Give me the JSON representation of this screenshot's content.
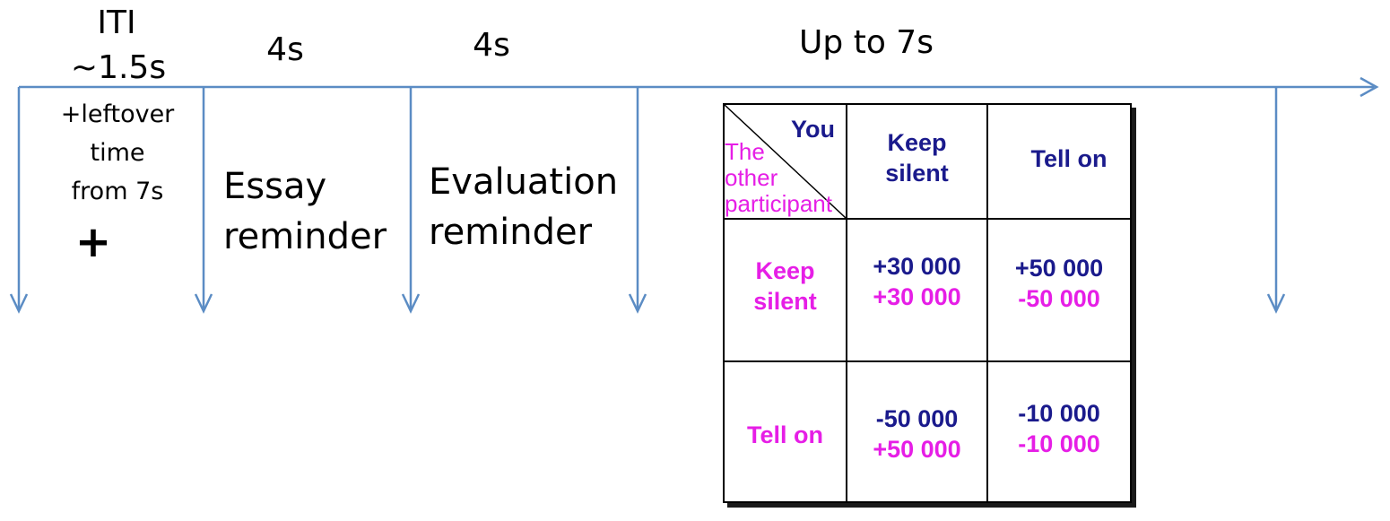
{
  "timeline": {
    "iti_label": "ITI",
    "iti_duration": "~1.5s",
    "iti_extra": [
      "+leftover",
      "time",
      "from 7s"
    ],
    "fixation_symbol": "+",
    "essay_duration": "4s",
    "essay_phase": [
      "Essay",
      "reminder"
    ],
    "evaluation_duration": "4s",
    "evaluation_phase": [
      "Evaluation",
      "reminder"
    ],
    "decision_duration": "Up to 7s"
  },
  "matrix": {
    "corner_you": "You",
    "corner_other": [
      "The",
      "other",
      "participant"
    ],
    "col_headers": [
      [
        "Keep",
        "silent"
      ],
      [
        "Tell on"
      ]
    ],
    "row_headers": [
      [
        "Keep",
        "silent"
      ],
      [
        "Tell on"
      ]
    ],
    "cells": [
      [
        {
          "you": "+30 000",
          "other": "+30 000"
        },
        {
          "you": "+50 000",
          "other": "-50 000"
        }
      ],
      [
        {
          "you": "-50 000",
          "other": "+50 000"
        },
        {
          "you": "-10 000",
          "other": "-10 000"
        }
      ]
    ]
  },
  "colors": {
    "timeline": "#5b8cc4",
    "you": "#1a1a8c",
    "other": "#e61ee6"
  }
}
